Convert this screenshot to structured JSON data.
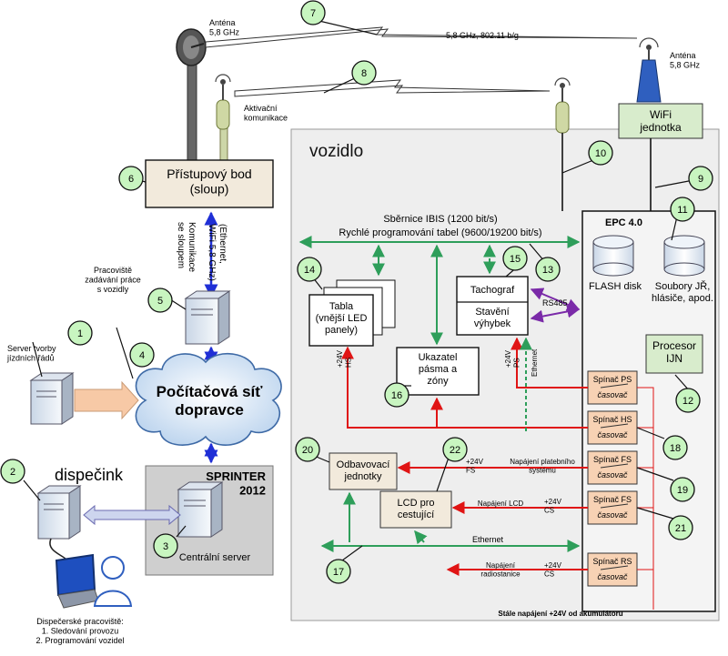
{
  "colors": {
    "bus_green": "#2e9e5a",
    "power_red": "#e01414",
    "comm_blue": "#1f2fd6",
    "rs485_purple": "#7a2aa8",
    "callout_fill": "#c8f5c0",
    "epc_fill": "#f4f4f4",
    "vehicle_fill": "#eeeeee",
    "switch_fill": "#f7d2b4",
    "module_fill": "#f2eadc",
    "dispatch_fill": "#cfcfcf"
  },
  "icons": [
    "antenna-dish-icon",
    "antenna-icon",
    "server-icon",
    "cloud-icon",
    "monitor-icon",
    "user-icon",
    "disk-icon",
    "lightning-link-icon"
  ],
  "labels": {
    "antenna_58": "Anténa\n5,8 GHz",
    "antenna_right": "Anténa\n5,8 GHz",
    "link_7": "5,8 GHz, 802.11 b/g",
    "aktivacni": "Aktivační\nkomunikace",
    "access_point": "Přístupový bod\n(sloup)",
    "vozidlo": "vozidlo",
    "wifi_unit": "WiFi\njednotka",
    "komunikace": "Komunikace\nse sloupem",
    "ethernet_wifi": "(Ethernet,\nWiFi 5,8 GHz)",
    "pracoviste": "Pracoviště\nzadávání práce\ns vozidly",
    "server_tvorby": "Server tvorby\njízdních řádů",
    "network": "Počítačová síť\ndopravce",
    "dispecink": "dispečink",
    "sprinter": "SPRINTER\n2012",
    "central_server": "Centrální server",
    "dispatcher_ws": "Dispečerské pracoviště:\n1. Sledování provozu\n2. Programování vozidel",
    "ibis": "Sběrnice IBIS (1200 bit/s)",
    "fast_prog": "Rychlé programování tabel (9600/19200 bit/s)",
    "epc": "EPC 4.0",
    "flash": "FLASH disk",
    "files": "Soubory JŘ,\nhlásiče, apod.",
    "tables": "Tabla\n(vnější LED\npanely)",
    "tachograf": "Tachograf",
    "staveni": "Stavění\nvýhybek",
    "rs485": "RS485",
    "zone": "Ukazatel\npásma a\nzóny",
    "procesor": "Procesor\nIJN",
    "odbav": "Odbavovací\njednotky",
    "lcd": "LCD pro\ncestující",
    "ethernet": "Ethernet",
    "ethernet_v": "Ethernet",
    "hs_power": "+24V\nHS",
    "ps_power": "+24V\nPS",
    "fs_power": "+24V\nFS",
    "cs_power1": "+24V\nCS",
    "cs_power2": "+24V\nCS",
    "napajeni_plat": "Napájení platebního\nsystému",
    "napajeni_lcd": "Napájení LCD",
    "napajeni_radio": "Napájení\nradiostanice",
    "stale": "Stále napájení +24V od akumulátoru"
  },
  "switches": [
    {
      "title": "Spínač PS",
      "sub": "časovač"
    },
    {
      "title": "Spínač HS",
      "sub": "časovač"
    },
    {
      "title": "Spínač FS",
      "sub": "časovač"
    },
    {
      "title": "Spínač FS",
      "sub": "časovač"
    },
    {
      "title": "Spínač RS",
      "sub": "časovač"
    }
  ],
  "callouts": [
    "1",
    "2",
    "3",
    "4",
    "5",
    "6",
    "7",
    "8",
    "9",
    "10",
    "11",
    "12",
    "13",
    "14",
    "15",
    "16",
    "17",
    "18",
    "19",
    "20",
    "21",
    "22"
  ]
}
